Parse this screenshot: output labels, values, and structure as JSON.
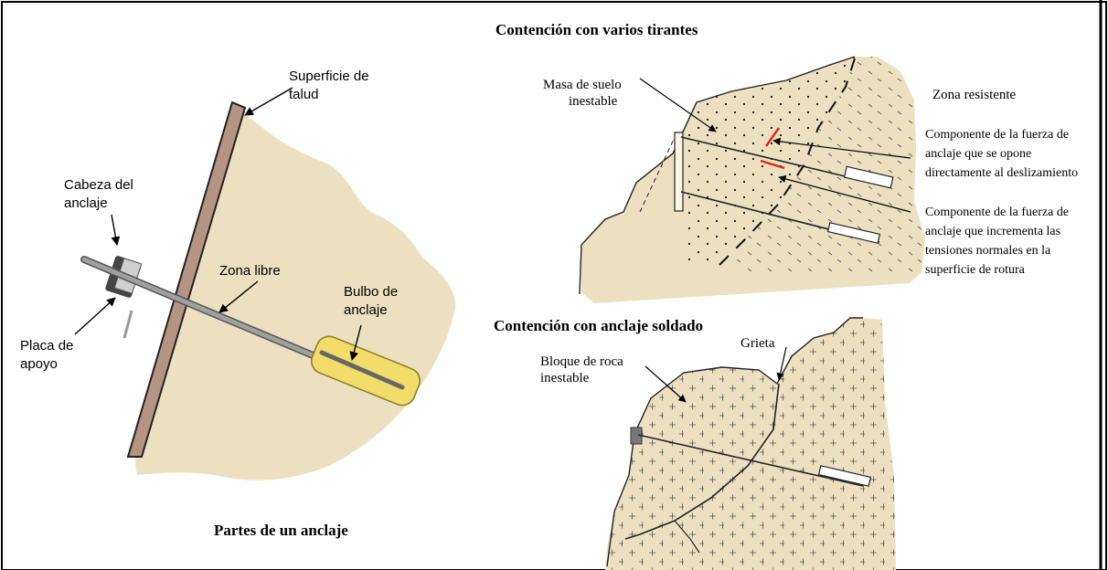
{
  "colors": {
    "soil": "#ece0c1",
    "soil_dark": "#d6c8a3",
    "slope_face": "#b59483",
    "bar": "#8a8a8a",
    "bulb": "#f2dc6a",
    "red_force": "#e0231c",
    "frame": "#000000"
  },
  "left_panel": {
    "caption": "Partes de un anclaje",
    "labels": {
      "surface_line1": "Superficie de",
      "surface_line2": "talud",
      "head_line1": "Cabeza del",
      "head_line2": "anclaje",
      "free_zone": "Zona libre",
      "bulb_line1": "Bulbo de",
      "bulb_line2": "anclaje",
      "plate_line1": "Placa de",
      "plate_line2": "apoyo"
    }
  },
  "top_right_panel": {
    "title": "Contención con varios tirantes",
    "labels": {
      "unstable_line1": "Masa de suelo",
      "unstable_line2": "inestable",
      "resistant": "Zona resistente",
      "comp1_line1": "Componente de la fuerza de",
      "comp1_line2": "anclaje que se opone",
      "comp1_line3": "directamente al deslizamiento",
      "comp2_line1": "Componente de la fuerza de",
      "comp2_line2": "anclaje que incrementa las",
      "comp2_line3": "tensiones normales en la",
      "comp2_line4": "superficie de rotura"
    }
  },
  "bottom_right_panel": {
    "title": "Contención con anclaje soldado",
    "labels": {
      "block_line1": "Bloque de roca",
      "block_line2": "inestable",
      "crack": "Grieta"
    }
  }
}
